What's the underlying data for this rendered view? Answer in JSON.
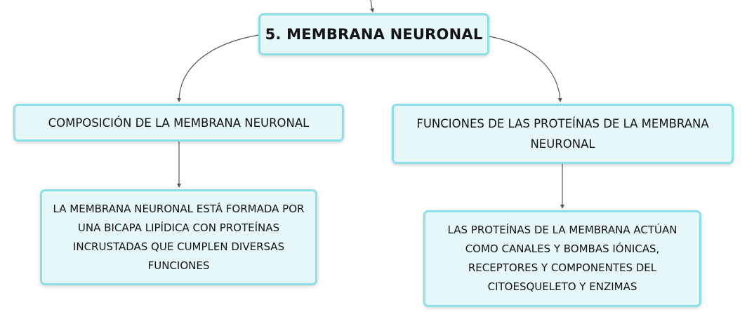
{
  "root": {
    "label": "5. MEMBRANA NEURONAL"
  },
  "branches": [
    {
      "label": "COMPOSICIÓN DE LA MEMBRANA NEURONAL"
    },
    {
      "label": "FUNCIONES DE LAS PROTEÍNAS DE LA MEMBRANA NEURONAL"
    }
  ],
  "leaves": [
    {
      "label": "LA MEMBRANA NEURONAL ESTÁ FORMADA POR UNA BICAPA LIPÍDICA CON PROTEÍNAS INCRUSTADAS QUE CUMPLEN DIVERSAS FUNCIONES"
    },
    {
      "label": "LAS PROTEÍNAS DE LA MEMBRANA ACTÚAN COMO CANALES Y BOMBAS IÓNICAS, RECEPTORES Y COMPONENTES DEL CITOESQUELETO Y ENZIMAS"
    }
  ],
  "colors": {
    "node_fill": "#e5f7f8",
    "node_border": "#8be0e6",
    "connector": "#555555"
  }
}
